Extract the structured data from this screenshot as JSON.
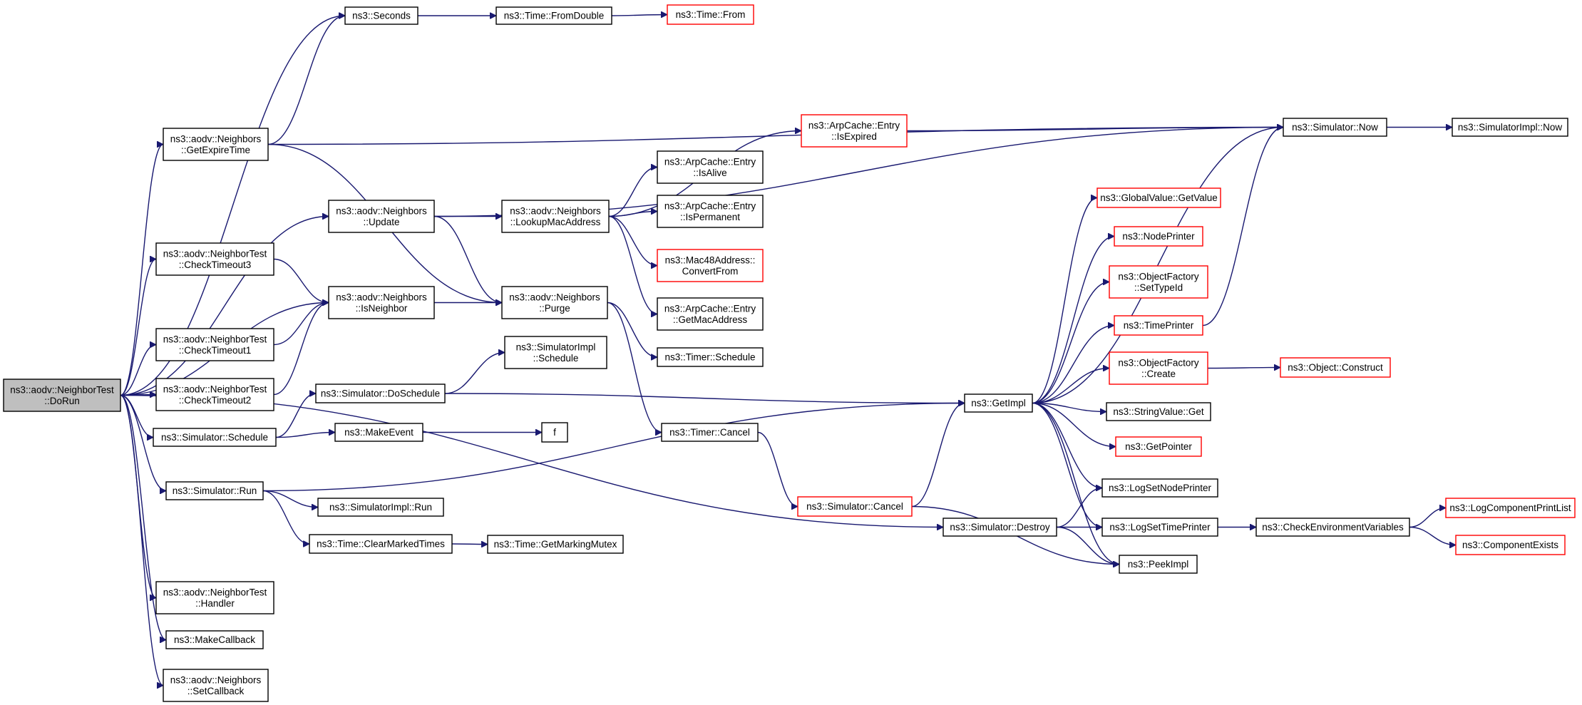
{
  "nodes": [
    {
      "id": "dorun",
      "lines": [
        "ns3::aodv::NeighborTest",
        "::DoRun"
      ],
      "red": false,
      "root": true
    },
    {
      "id": "seconds",
      "lines": [
        "ns3::Seconds"
      ],
      "red": false
    },
    {
      "id": "fromdouble",
      "lines": [
        "ns3::Time::FromDouble"
      ],
      "red": false
    },
    {
      "id": "timefrom",
      "lines": [
        "ns3::Time::From"
      ],
      "red": true
    },
    {
      "id": "getexpire",
      "lines": [
        "ns3::aodv::Neighbors",
        "::GetExpireTime"
      ],
      "red": false
    },
    {
      "id": "update",
      "lines": [
        "ns3::aodv::Neighbors",
        "::Update"
      ],
      "red": false
    },
    {
      "id": "lookupmac",
      "lines": [
        "ns3::aodv::Neighbors",
        "::LookupMacAddress"
      ],
      "red": false
    },
    {
      "id": "isexpired",
      "lines": [
        "ns3::ArpCache::Entry",
        "::IsExpired"
      ],
      "red": true
    },
    {
      "id": "simnow",
      "lines": [
        "ns3::Simulator::Now"
      ],
      "red": false
    },
    {
      "id": "simimplnow",
      "lines": [
        "ns3::SimulatorImpl::Now"
      ],
      "red": false
    },
    {
      "id": "isalive",
      "lines": [
        "ns3::ArpCache::Entry",
        "::IsAlive"
      ],
      "red": false
    },
    {
      "id": "ispermanent",
      "lines": [
        "ns3::ArpCache::Entry",
        "::IsPermanent"
      ],
      "red": false
    },
    {
      "id": "mac48",
      "lines": [
        "ns3::Mac48Address::",
        "ConvertFrom"
      ],
      "red": true
    },
    {
      "id": "getmac",
      "lines": [
        "ns3::ArpCache::Entry",
        "::GetMacAddress"
      ],
      "red": false
    },
    {
      "id": "ct3",
      "lines": [
        "ns3::aodv::NeighborTest",
        "::CheckTimeout3"
      ],
      "red": false
    },
    {
      "id": "isneighbor",
      "lines": [
        "ns3::aodv::Neighbors",
        "::IsNeighbor"
      ],
      "red": false
    },
    {
      "id": "purge",
      "lines": [
        "ns3::aodv::Neighbors",
        "::Purge"
      ],
      "red": false
    },
    {
      "id": "ct1",
      "lines": [
        "ns3::aodv::NeighborTest",
        "::CheckTimeout1"
      ],
      "red": false
    },
    {
      "id": "ct2",
      "lines": [
        "ns3::aodv::NeighborTest",
        "::CheckTimeout2"
      ],
      "red": false
    },
    {
      "id": "simimplsched",
      "lines": [
        "ns3::SimulatorImpl",
        "::Schedule"
      ],
      "red": false
    },
    {
      "id": "timersched",
      "lines": [
        "ns3::Timer::Schedule"
      ],
      "red": false
    },
    {
      "id": "doschedule",
      "lines": [
        "ns3::Simulator::DoSchedule"
      ],
      "red": false
    },
    {
      "id": "getimpl",
      "lines": [
        "ns3::GetImpl"
      ],
      "red": false
    },
    {
      "id": "simschedule",
      "lines": [
        "ns3::Simulator::Schedule"
      ],
      "red": false
    },
    {
      "id": "makeevent",
      "lines": [
        "ns3::MakeEvent"
      ],
      "red": false
    },
    {
      "id": "f",
      "lines": [
        "f"
      ],
      "red": false
    },
    {
      "id": "timercancel",
      "lines": [
        "ns3::Timer::Cancel"
      ],
      "red": false
    },
    {
      "id": "simrun",
      "lines": [
        "ns3::Simulator::Run"
      ],
      "red": false
    },
    {
      "id": "simimplrun",
      "lines": [
        "ns3::SimulatorImpl::Run"
      ],
      "red": false
    },
    {
      "id": "simcancel",
      "lines": [
        "ns3::Simulator::Cancel"
      ],
      "red": true
    },
    {
      "id": "simdestroy",
      "lines": [
        "ns3::Simulator::Destroy"
      ],
      "red": false
    },
    {
      "id": "clearmarked",
      "lines": [
        "ns3::Time::ClearMarkedTimes"
      ],
      "red": false
    },
    {
      "id": "getmutex",
      "lines": [
        "ns3::Time::GetMarkingMutex"
      ],
      "red": false
    },
    {
      "id": "globalget",
      "lines": [
        "ns3::GlobalValue::GetValue"
      ],
      "red": true
    },
    {
      "id": "nodeprinter",
      "lines": [
        "ns3::NodePrinter"
      ],
      "red": true
    },
    {
      "id": "ofsettypeid",
      "lines": [
        "ns3::ObjectFactory",
        "::SetTypeId"
      ],
      "red": true
    },
    {
      "id": "timeprinter",
      "lines": [
        "ns3::TimePrinter"
      ],
      "red": true
    },
    {
      "id": "ofcreate",
      "lines": [
        "ns3::ObjectFactory",
        "::Create"
      ],
      "red": true
    },
    {
      "id": "objconstruct",
      "lines": [
        "ns3::Object::Construct"
      ],
      "red": true
    },
    {
      "id": "stringget",
      "lines": [
        "ns3::StringValue::Get"
      ],
      "red": false
    },
    {
      "id": "getpointer",
      "lines": [
        "ns3::GetPointer"
      ],
      "red": true
    },
    {
      "id": "lognodeprinter",
      "lines": [
        "ns3::LogSetNodePrinter"
      ],
      "red": false
    },
    {
      "id": "logtimeprinter",
      "lines": [
        "ns3::LogSetTimePrinter"
      ],
      "red": false
    },
    {
      "id": "checkenv",
      "lines": [
        "ns3::CheckEnvironmentVariables"
      ],
      "red": false
    },
    {
      "id": "logcomplist",
      "lines": [
        "ns3::LogComponentPrintList"
      ],
      "red": true
    },
    {
      "id": "compexists",
      "lines": [
        "ns3::ComponentExists"
      ],
      "red": true
    },
    {
      "id": "peekimpl",
      "lines": [
        "ns3::PeekImpl"
      ],
      "red": false
    },
    {
      "id": "handler",
      "lines": [
        "ns3::aodv::NeighborTest",
        "::Handler"
      ],
      "red": false
    },
    {
      "id": "makecallback",
      "lines": [
        "ns3::MakeCallback"
      ],
      "red": false
    },
    {
      "id": "setcallback",
      "lines": [
        "ns3::aodv::Neighbors",
        "::SetCallback"
      ],
      "red": false
    }
  ],
  "edges": [
    [
      "dorun",
      "seconds"
    ],
    [
      "dorun",
      "getexpire"
    ],
    [
      "dorun",
      "update"
    ],
    [
      "dorun",
      "ct3"
    ],
    [
      "dorun",
      "isneighbor"
    ],
    [
      "dorun",
      "ct1"
    ],
    [
      "dorun",
      "ct2"
    ],
    [
      "dorun",
      "simschedule"
    ],
    [
      "dorun",
      "simrun"
    ],
    [
      "dorun",
      "simdestroy"
    ],
    [
      "dorun",
      "handler"
    ],
    [
      "dorun",
      "makecallback"
    ],
    [
      "dorun",
      "setcallback"
    ],
    [
      "seconds",
      "fromdouble"
    ],
    [
      "fromdouble",
      "timefrom"
    ],
    [
      "getexpire",
      "seconds"
    ],
    [
      "getexpire",
      "simnow"
    ],
    [
      "getexpire",
      "purge"
    ],
    [
      "update",
      "lookupmac"
    ],
    [
      "update",
      "purge"
    ],
    [
      "update",
      "simnow"
    ],
    [
      "lookupmac",
      "isexpired"
    ],
    [
      "lookupmac",
      "isalive"
    ],
    [
      "lookupmac",
      "ispermanent"
    ],
    [
      "lookupmac",
      "mac48"
    ],
    [
      "lookupmac",
      "getmac"
    ],
    [
      "isexpired",
      "simnow"
    ],
    [
      "simnow",
      "simimplnow"
    ],
    [
      "ct3",
      "isneighbor"
    ],
    [
      "ct1",
      "isneighbor"
    ],
    [
      "ct2",
      "isneighbor"
    ],
    [
      "isneighbor",
      "purge"
    ],
    [
      "purge",
      "timersched"
    ],
    [
      "purge",
      "timercancel"
    ],
    [
      "simschedule",
      "doschedule"
    ],
    [
      "simschedule",
      "makeevent"
    ],
    [
      "doschedule",
      "simimplsched"
    ],
    [
      "doschedule",
      "getimpl"
    ],
    [
      "makeevent",
      "f"
    ],
    [
      "timercancel",
      "simcancel"
    ],
    [
      "simcancel",
      "getimpl"
    ],
    [
      "simcancel",
      "peekimpl"
    ],
    [
      "simrun",
      "getimpl"
    ],
    [
      "simrun",
      "simimplrun"
    ],
    [
      "simrun",
      "clearmarked"
    ],
    [
      "clearmarked",
      "getmutex"
    ],
    [
      "getimpl",
      "simnow"
    ],
    [
      "getimpl",
      "globalget"
    ],
    [
      "getimpl",
      "nodeprinter"
    ],
    [
      "getimpl",
      "ofsettypeid"
    ],
    [
      "getimpl",
      "timeprinter"
    ],
    [
      "getimpl",
      "ofcreate"
    ],
    [
      "getimpl",
      "stringget"
    ],
    [
      "getimpl",
      "getpointer"
    ],
    [
      "getimpl",
      "lognodeprinter"
    ],
    [
      "getimpl",
      "logtimeprinter"
    ],
    [
      "getimpl",
      "peekimpl"
    ],
    [
      "timeprinter",
      "simnow"
    ],
    [
      "ofcreate",
      "objconstruct"
    ],
    [
      "simdestroy",
      "lognodeprinter"
    ],
    [
      "simdestroy",
      "logtimeprinter"
    ],
    [
      "simdestroy",
      "peekimpl"
    ],
    [
      "logtimeprinter",
      "checkenv"
    ],
    [
      "checkenv",
      "logcomplist"
    ],
    [
      "checkenv",
      "compexists"
    ]
  ]
}
